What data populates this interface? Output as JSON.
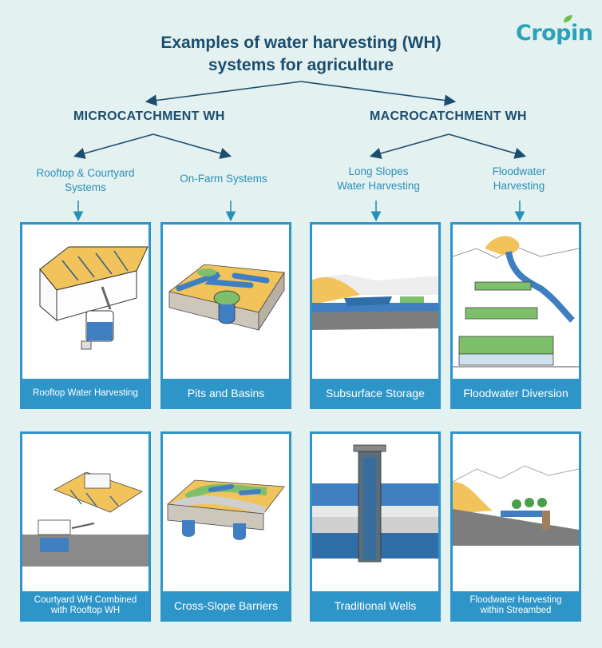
{
  "header": {
    "title_line1": "Examples of water harvesting (WH)",
    "title_line2": "systems for agriculture",
    "logo": "Cropin"
  },
  "categories": {
    "micro": "MICROCATCHMENT WH",
    "macro": "MACROCATCHMENT WH"
  },
  "subcategories": {
    "rooftop_line1": "Rooftop & Courtyard",
    "rooftop_line2": "Systems",
    "onfarm": "On-Farm Systems",
    "longslopes_line1": "Long Slopes",
    "longslopes_line2": "Water Harvesting",
    "floodwater_line1": "Floodwater",
    "floodwater_line2": "Harvesting"
  },
  "cards": {
    "c1": "Rooftop Water Harvesting",
    "c2": "Pits and Basins",
    "c3": "Subsurface Storage",
    "c4": "Floodwater Diversion",
    "c5_line1": "Courtyard WH Combined",
    "c5_line2": "with Rooftop WH",
    "c6": "Cross-Slope Barriers",
    "c7": "Traditional Wells",
    "c8_line1": "Floodwater Harvesting",
    "c8_line2": "within Streambed"
  },
  "colors": {
    "background": "#e4f1f1",
    "title": "#1b4d6e",
    "accent": "#2e95c9",
    "subtitle": "#2a8fb5"
  }
}
